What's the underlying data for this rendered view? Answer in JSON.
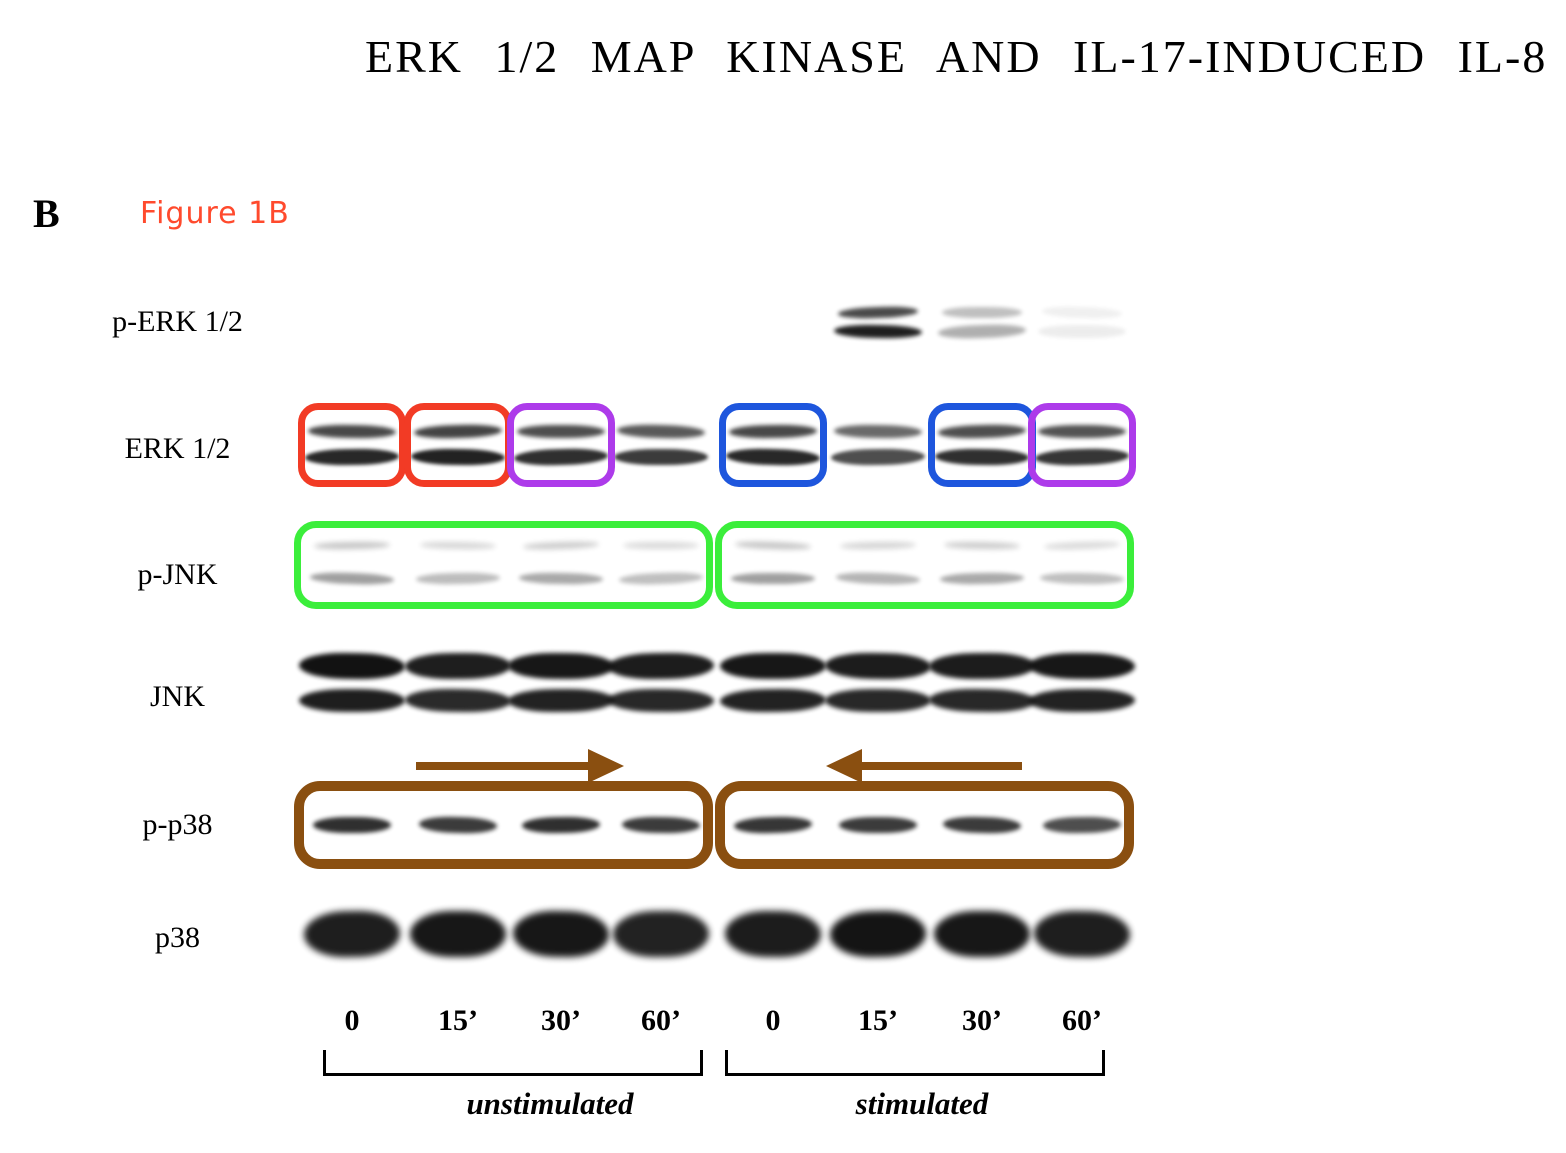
{
  "title": "ERK 1/2 MAP KINASE AND IL-17-INDUCED IL-8",
  "panel_label": "B",
  "figure_label": "Figure 1B",
  "figure_label_color": "#ff4a2d",
  "blot": {
    "lane_times": [
      "0",
      "15’",
      "30’",
      "60’",
      "0",
      "15’",
      "30’",
      "60’"
    ],
    "group_labels": [
      "unstimulated",
      "stimulated"
    ],
    "rows": [
      {
        "label": "p-ERK 1/2",
        "pattern": "doublet",
        "intensities": [
          0,
          0,
          0,
          0,
          0,
          0.92,
          0.32,
          0.07
        ]
      },
      {
        "label": "ERK 1/2",
        "pattern": "doublet",
        "intensities": [
          0.88,
          0.9,
          0.85,
          0.8,
          0.88,
          0.72,
          0.85,
          0.82
        ]
      },
      {
        "label": "p-JNK",
        "pattern": "doublet",
        "intensities": [
          0.5,
          0.35,
          0.45,
          0.33,
          0.5,
          0.38,
          0.45,
          0.33
        ]
      },
      {
        "label": "JNK",
        "pattern": "doublet",
        "intensities": [
          0.97,
          0.92,
          0.95,
          0.93,
          0.95,
          0.93,
          0.93,
          0.95
        ]
      },
      {
        "label": "p-p38",
        "pattern": "single",
        "intensities": [
          0.85,
          0.8,
          0.85,
          0.8,
          0.82,
          0.8,
          0.8,
          0.72
        ]
      },
      {
        "label": "p38",
        "pattern": "single",
        "intensities": [
          0.92,
          0.95,
          0.95,
          0.9,
          0.93,
          0.96,
          0.95,
          0.92
        ]
      }
    ]
  },
  "annotations": {
    "colors": {
      "red": "#f23b25",
      "purple": "#ad3bea",
      "blue": "#1e56dd",
      "green": "#3bee3b",
      "brown": "#8a4f10"
    },
    "erk_lane_boxes": [
      {
        "lane": 1,
        "color": "red"
      },
      {
        "lane": 2,
        "color": "red"
      },
      {
        "lane": 3,
        "color": "purple"
      },
      {
        "lane": 5,
        "color": "blue"
      },
      {
        "lane": 7,
        "color": "blue"
      },
      {
        "lane": 8,
        "color": "purple"
      }
    ],
    "group_boxes": [
      {
        "row": "p-JNK",
        "lanes": [
          1,
          4
        ],
        "color": "green"
      },
      {
        "row": "p-JNK",
        "lanes": [
          5,
          8
        ],
        "color": "green"
      },
      {
        "row": "p-p38",
        "lanes": [
          1,
          4
        ],
        "color": "brown"
      },
      {
        "row": "p-p38",
        "lanes": [
          5,
          8
        ],
        "color": "brown"
      }
    ],
    "arrows": [
      {
        "direction": "right",
        "color": "brown"
      },
      {
        "direction": "left",
        "color": "brown"
      }
    ]
  }
}
